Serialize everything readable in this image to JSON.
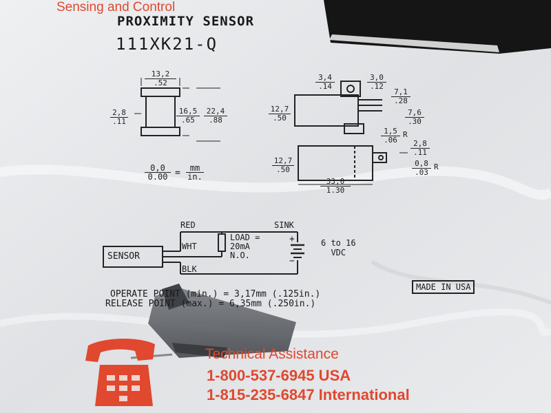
{
  "header": {
    "brand_line": "Sensing and Control",
    "product_title": "PROXIMITY SENSOR",
    "part_number": "111XK21-Q"
  },
  "dimensions": {
    "d1": {
      "mm": "13,2",
      "in": ".52"
    },
    "d2": {
      "mm": "2,8",
      "in": ".11"
    },
    "d3": {
      "mm": "16,5",
      "in": ".65"
    },
    "d4": {
      "mm": "22,4",
      "in": ".88"
    },
    "d5": {
      "mm": "3,4",
      "in": ".14"
    },
    "d6": {
      "mm": "3,0",
      "in": ".12"
    },
    "d7": {
      "mm": "7,1",
      "in": ".28"
    },
    "d8": {
      "mm": "12,7",
      "in": ".50"
    },
    "d9": {
      "mm": "7,6",
      "in": ".30"
    },
    "d10": {
      "mm": "1,5",
      "in": ".06",
      "suffix": "R"
    },
    "d11": {
      "mm": "12,7",
      "in": ".50"
    },
    "d12": {
      "mm": "2,8",
      "in": ".11"
    },
    "d13": {
      "mm": "0,8",
      "in": ".03",
      "suffix": "R"
    },
    "d14": {
      "mm": "33,0",
      "in": "1.30"
    }
  },
  "legend": {
    "top": "0,0",
    "bottom": "0.00",
    "unit_top": "mm",
    "unit_bottom": "in.",
    "equals": "="
  },
  "wiring": {
    "red": "RED",
    "sink": "SINK",
    "wht": "WHT",
    "blk": "BLK",
    "sensor": "SENSOR",
    "load_line1": "LOAD =",
    "load_line2": "20mA",
    "load_line3": "N.O.",
    "plus": "+",
    "minus": "−",
    "supply_line1": "6 to 16",
    "supply_line2": "VDC"
  },
  "specs": {
    "operate": "OPERATE POINT (min.) = 3,17mm (.125in.)",
    "release": "RELEASE POINT (max.) = 6,35mm (.250in.)",
    "made_in": "MADE IN USA"
  },
  "support": {
    "title": "Technical Assistance",
    "phone_usa": "1-800-537-6945 USA",
    "phone_intl": "1-815-235-6847 International"
  },
  "colors": {
    "bag": "#e6e7e9",
    "print_red": "#e0482f",
    "ink": "#1a1a1a",
    "sensor_body": "#5d6066",
    "black_card": "#151515"
  },
  "icons": [
    "telephone-icon"
  ]
}
